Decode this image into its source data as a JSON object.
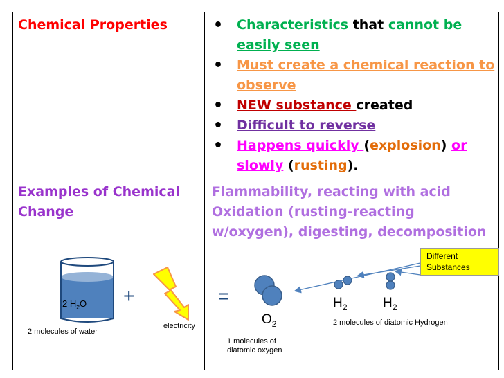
{
  "properties": {
    "title": "Chemical Properties",
    "bullets": [
      {
        "parts": [
          {
            "text": "Characteristics",
            "cls": "green u"
          },
          {
            "text": " that ",
            "cls": "black"
          },
          {
            "text": "cannot be easily seen",
            "cls": "green u"
          }
        ]
      },
      {
        "parts": [
          {
            "text": "Must create a chemical reaction to observe",
            "cls": "orange u"
          }
        ]
      },
      {
        "parts": [
          {
            "text": "NEW substance ",
            "cls": "darkred u"
          },
          {
            "text": "created",
            "cls": "black"
          }
        ]
      },
      {
        "parts": [
          {
            "text": "Difficult to reverse",
            "cls": "purple u"
          }
        ]
      },
      {
        "parts": [
          {
            "text": "Happens quickly ",
            "cls": "magenta u"
          },
          {
            "text": "(",
            "cls": "black"
          },
          {
            "text": "explosion",
            "cls": "brown"
          },
          {
            "text": ") ",
            "cls": "black"
          },
          {
            "text": "or slowly",
            "cls": "magenta u"
          },
          {
            "text": " (",
            "cls": "black"
          },
          {
            "text": "rusting",
            "cls": "brown"
          },
          {
            "text": ").",
            "cls": "black"
          }
        ]
      }
    ]
  },
  "examples": {
    "title": "Examples of Chemical Change",
    "text": "Flammability, reacting with acid Oxidation (rusting-reacting w/oxygen), digesting, decomposition"
  },
  "diagram": {
    "beaker_label_main": "2 H",
    "beaker_label_sub": "2",
    "beaker_label_end": "O",
    "water_caption": "2 molecules of water",
    "plus": "+",
    "equals": "=",
    "electricity_caption": "electricity",
    "oxygen_label_main": "O",
    "oxygen_label_sub": "2",
    "oxygen_caption_line1": "1 molecules of",
    "oxygen_caption_line2": "diatomic oxygen",
    "hydrogen_label_main": "H",
    "hydrogen_label_sub": "2",
    "hydrogen_caption": "2 molecules of diatomic Hydrogen",
    "callout_line1": "Different",
    "callout_line2": "Substances"
  },
  "colors": {
    "water": "#4f81bd",
    "molecule": "#4f81bd",
    "bolt": "#ffff00",
    "arrow": "#4f81bd"
  }
}
